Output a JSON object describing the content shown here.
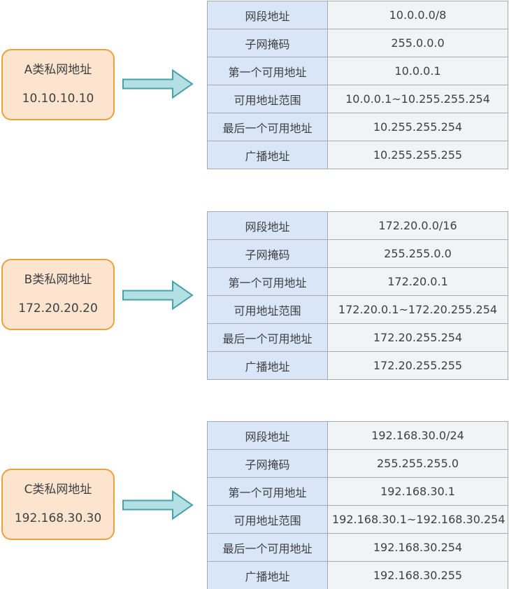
{
  "colors": {
    "text": "#3d3f42",
    "box_fill": "#fce4ce",
    "box_border": "#e9a33c",
    "arrow_fill": "#b3e0e4",
    "arrow_stroke": "#4aa1a7",
    "table_label_bg": "#d9e6f7",
    "table_value_bg": "#f2f3f5",
    "grid_border": "#a6abb1"
  },
  "sections": [
    {
      "box": {
        "line1": "A类私网地址",
        "line2": "10.10.10.10"
      },
      "rows": [
        {
          "label": "网段地址",
          "value": "10.0.0.0/8"
        },
        {
          "label": "子网掩码",
          "value": "255.0.0.0"
        },
        {
          "label": "第一个可用地址",
          "value": "10.0.0.1"
        },
        {
          "label": "可用地址范围",
          "value": "10.0.0.1~10.255.255.254"
        },
        {
          "label": "最后一个可用地址",
          "value": "10.255.255.254"
        },
        {
          "label": "广播地址",
          "value": "10.255.255.255"
        }
      ]
    },
    {
      "box": {
        "line1": "B类私网地址",
        "line2": "172.20.20.20"
      },
      "rows": [
        {
          "label": "网段地址",
          "value": "172.20.0.0/16"
        },
        {
          "label": "子网掩码",
          "value": "255.255.0.0"
        },
        {
          "label": "第一个可用地址",
          "value": "172.20.0.1"
        },
        {
          "label": "可用地址范围",
          "value": "172.20.0.1~172.20.255.254"
        },
        {
          "label": "最后一个可用地址",
          "value": "172.20.255.254"
        },
        {
          "label": "广播地址",
          "value": "172.20.255.255"
        }
      ]
    },
    {
      "box": {
        "line1": "C类私网地址",
        "line2": "192.168.30.30"
      },
      "rows": [
        {
          "label": "网段地址",
          "value": "192.168.30.0/24"
        },
        {
          "label": "子网掩码",
          "value": "255.255.255.0"
        },
        {
          "label": "第一个可用地址",
          "value": "192.168.30.1"
        },
        {
          "label": "可用地址范围",
          "value": "192.168.30.1~192.168.30.254"
        },
        {
          "label": "最后一个可用地址",
          "value": "192.168.30.254"
        },
        {
          "label": "广播地址",
          "value": "192.168.30.255"
        }
      ]
    }
  ]
}
